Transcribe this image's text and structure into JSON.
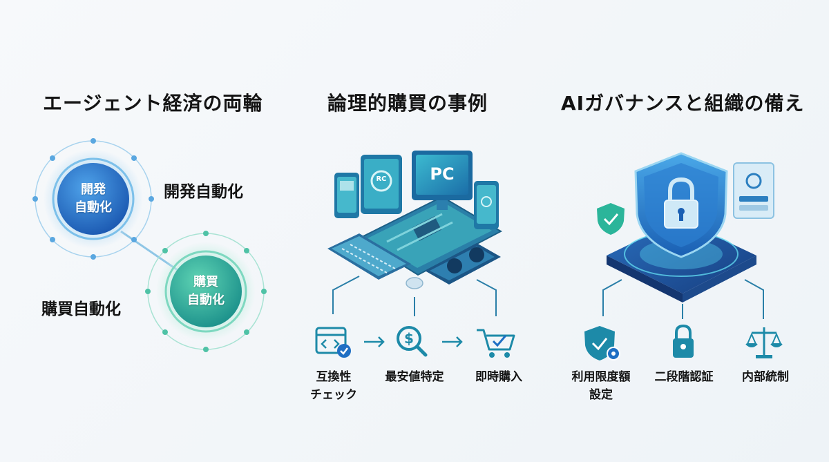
{
  "sections": [
    {
      "title": "エージェント経済の両輪"
    },
    {
      "title": "論理的購買の事例"
    },
    {
      "title": "AIガバナンスと組織の備え"
    }
  ],
  "wheels": {
    "dev": {
      "circle_line1": "開発",
      "circle_line2": "自動化",
      "label": "開発自動化"
    },
    "buy": {
      "circle_line1": "購買",
      "circle_line2": "自動化",
      "label": "購買自動化"
    }
  },
  "purchase": {
    "monitor_text": "PC",
    "tablet_text": "RC",
    "steps": [
      {
        "line1": "互換性",
        "line2": "チェック",
        "icon": "code-check-icon"
      },
      {
        "line1": "最安値特定",
        "icon": "dollar-search-icon"
      },
      {
        "line1": "即時購入",
        "icon": "cart-check-icon"
      }
    ]
  },
  "governance": {
    "items": [
      {
        "line1": "利用限度額",
        "line2": "設定",
        "icon": "shield-check-gear-icon"
      },
      {
        "line1": "二段階認証",
        "icon": "lock-icon"
      },
      {
        "line1": "内部統制",
        "icon": "scales-icon"
      }
    ]
  },
  "colors": {
    "teal": "#1e9fae",
    "blue": "#1f6fc4",
    "green": "#2bb59a",
    "text": "#141414"
  }
}
